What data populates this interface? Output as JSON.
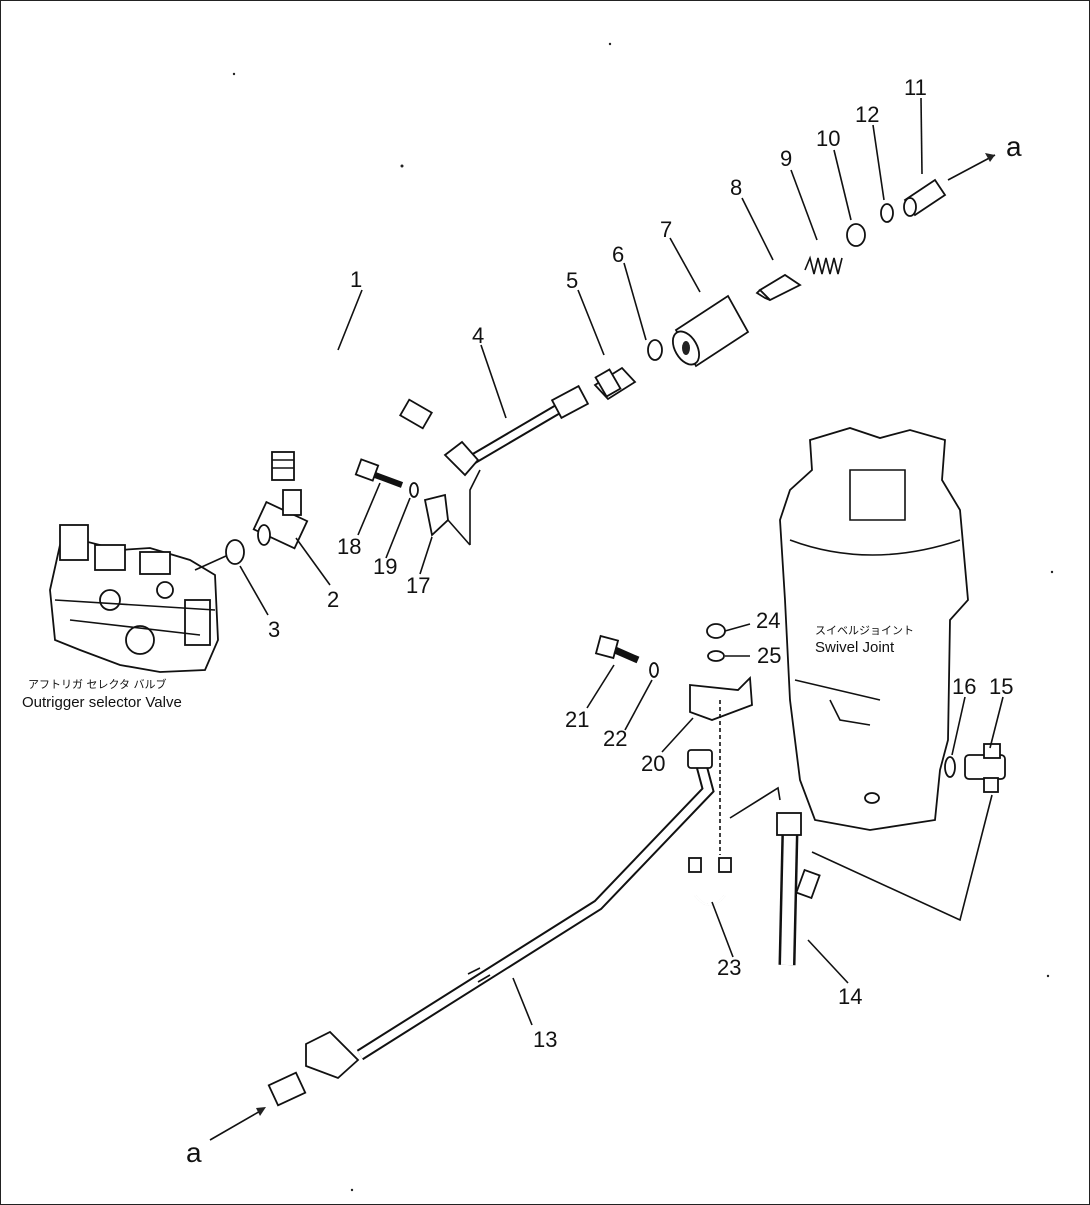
{
  "callouts": {
    "n1": "1",
    "n2": "2",
    "n3": "3",
    "n4": "4",
    "n5": "5",
    "n6": "6",
    "n7": "7",
    "n8": "8",
    "n9": "9",
    "n10": "10",
    "n11": "11",
    "n12": "12",
    "n13": "13",
    "n14": "14",
    "n15": "15",
    "n16": "16",
    "n17": "17",
    "n18": "18",
    "n19": "19",
    "n20": "20",
    "n21": "21",
    "n22": "22",
    "n23": "23",
    "n24": "24",
    "n25": "25"
  },
  "connection_marks": {
    "top": "a",
    "bottom": "a"
  },
  "labels": {
    "outrigger_jp": "アフトリガ セレクタ バルブ",
    "outrigger_en": "Outrigger selector Valve",
    "swivel_jp": "スイベルジョイント",
    "swivel_en": "Swivel Joint"
  }
}
